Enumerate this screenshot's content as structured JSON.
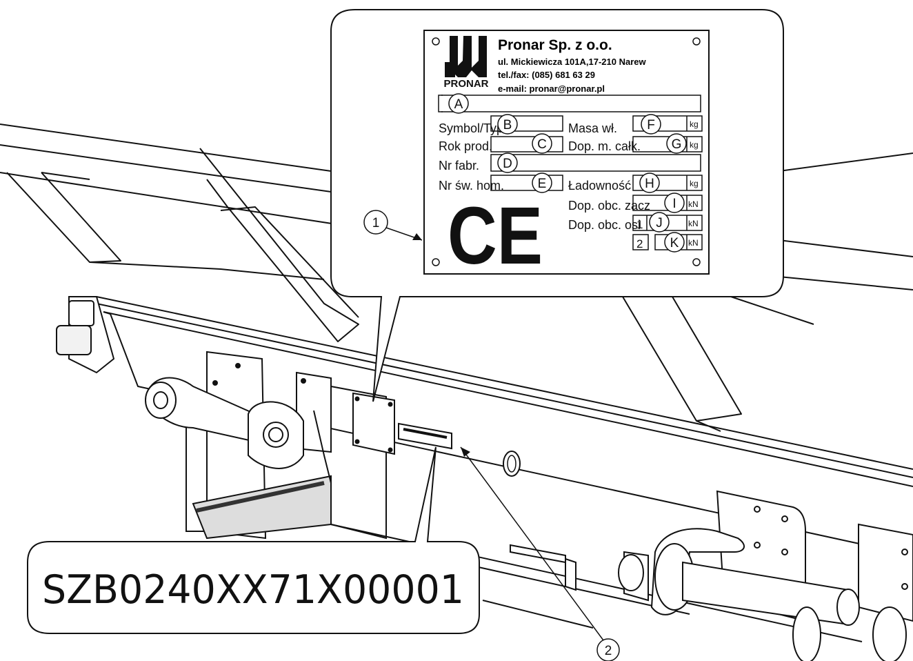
{
  "company": {
    "name": "Pronar Sp. z o.o.",
    "address": "ul. Mickiewicza 101A,17-210 Narew",
    "phone": "tel./fax: (085) 681 63 29",
    "email": "e-mail: pronar@pronar.pl",
    "logo_text": "PRONAR"
  },
  "plate": {
    "fields": {
      "symbol_typ": "Symbol/Typ",
      "masa": "Masa wł.",
      "rok": "Rok prod.",
      "dop_m": "Dop. m. całk.",
      "nr_fabr": "Nr fabr.",
      "nr_sw": "Nr św. hom.",
      "ladownosc": "Ładowność",
      "dop_zacz": "Dop. obc. zacz",
      "dop_osi": "Dop. obc. osi"
    },
    "units": {
      "kg": "kg",
      "kn": "kN"
    },
    "axle_numbers": [
      "1",
      "2"
    ],
    "letters": {
      "A": "A",
      "B": "B",
      "C": "C",
      "D": "D",
      "E": "E",
      "F": "F",
      "G": "G",
      "H": "H",
      "I": "I",
      "J": "J",
      "K": "K"
    },
    "ce_mark": "CE"
  },
  "callouts": {
    "c1": "1",
    "c2": "2"
  },
  "serial": {
    "number": "SZB0240XX71X00001"
  }
}
